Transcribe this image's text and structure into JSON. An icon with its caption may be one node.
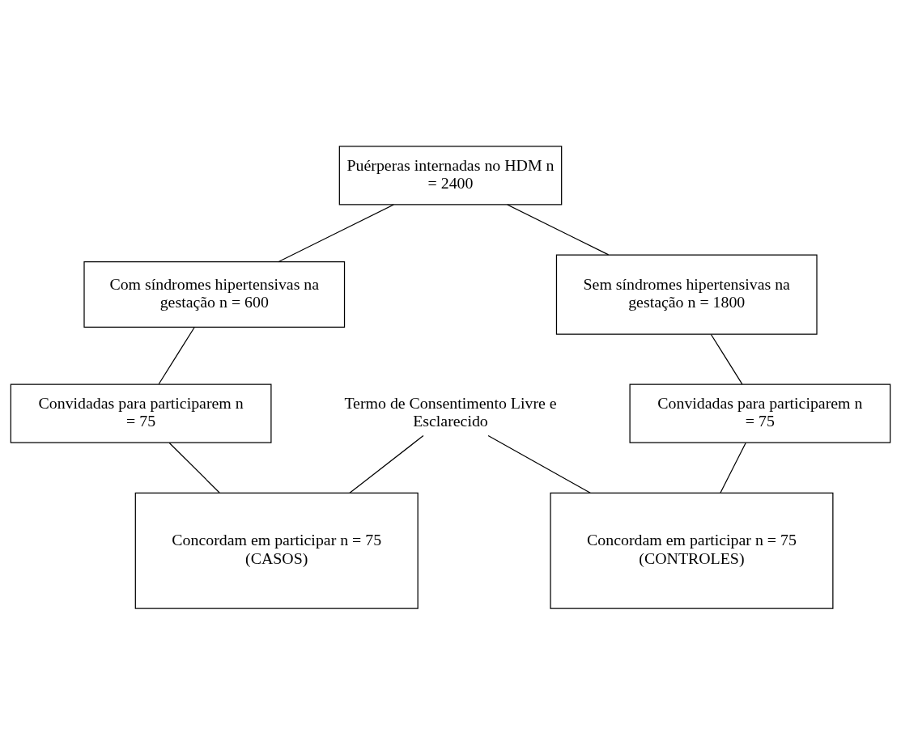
{
  "diagram": {
    "nodes": [
      {
        "text": [
          "Puérperas internadas no HDM n = 2400"
        ]
      },
      {
        "text": [
          "Com síndromes hipertensivas na gestação n = 600"
        ]
      },
      {
        "text": [
          "Sem síndromes hipertensivas na gestação n = 1800"
        ]
      },
      {
        "text": [
          "Convidadas para participarem n = 75"
        ]
      },
      {
        "text": [
          "Convidadas para participarem n = 75"
        ]
      },
      {
        "text": [
          "Termo de Consentimento Livre e Esclarecido"
        ]
      },
      {
        "text": [
          "Concordam em participar n = 75 (CASOS)"
        ]
      },
      {
        "text": [
          "Concordam em participar n = 75 (CONTROLES)"
        ]
      }
    ],
    "edges": [
      {
        "from": 0,
        "to": 1,
        "arrow": "none"
      },
      {
        "from": 0,
        "to": 2,
        "arrow": "none"
      },
      {
        "from": 1,
        "to": 3,
        "arrow": "none"
      },
      {
        "from": 2,
        "to": 4,
        "arrow": "none"
      },
      {
        "from": 3,
        "to": 6,
        "arrow": "none"
      },
      {
        "from": 4,
        "to": 7,
        "arrow": "none"
      },
      {
        "from": 5,
        "to": 6,
        "arrow": "none"
      },
      {
        "from": 5,
        "to": 7,
        "arrow": "none"
      }
    ]
  }
}
